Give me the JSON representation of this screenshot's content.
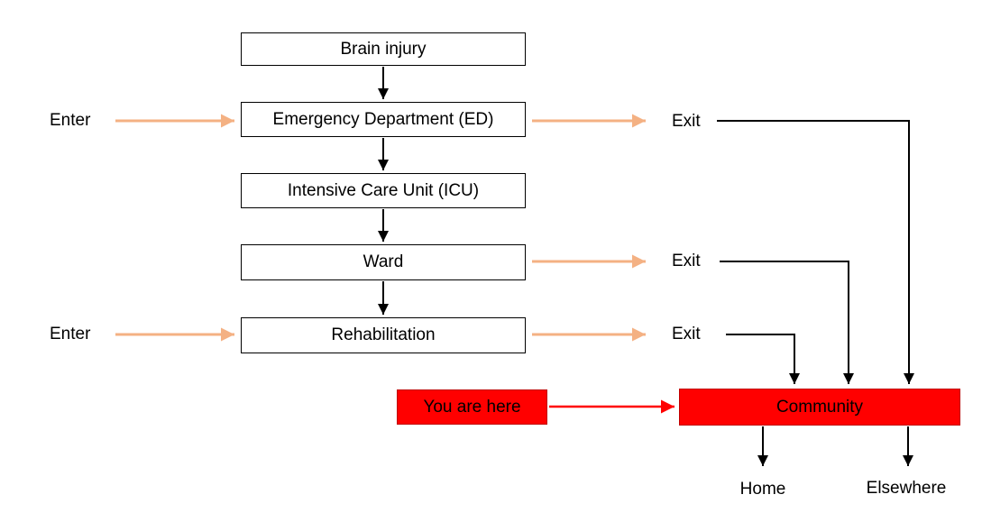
{
  "nodes": {
    "brain_injury": "Brain injury",
    "ed": "Emergency Department (ED)",
    "icu": "Intensive Care Unit (ICU)",
    "ward": "Ward",
    "rehab": "Rehabilitation",
    "you_are_here": "You are here",
    "community": "Community",
    "home": "Home",
    "elsewhere": "Elsewhere"
  },
  "labels": {
    "enter_top": "Enter",
    "enter_bottom": "Enter",
    "exit_top": "Exit",
    "exit_middle": "Exit",
    "exit_bottom": "Exit"
  },
  "colors": {
    "highlight_red": "#ff0000",
    "flow_orange": "#f4b183",
    "line_black": "#000000",
    "box_fill": "#ffffff"
  }
}
